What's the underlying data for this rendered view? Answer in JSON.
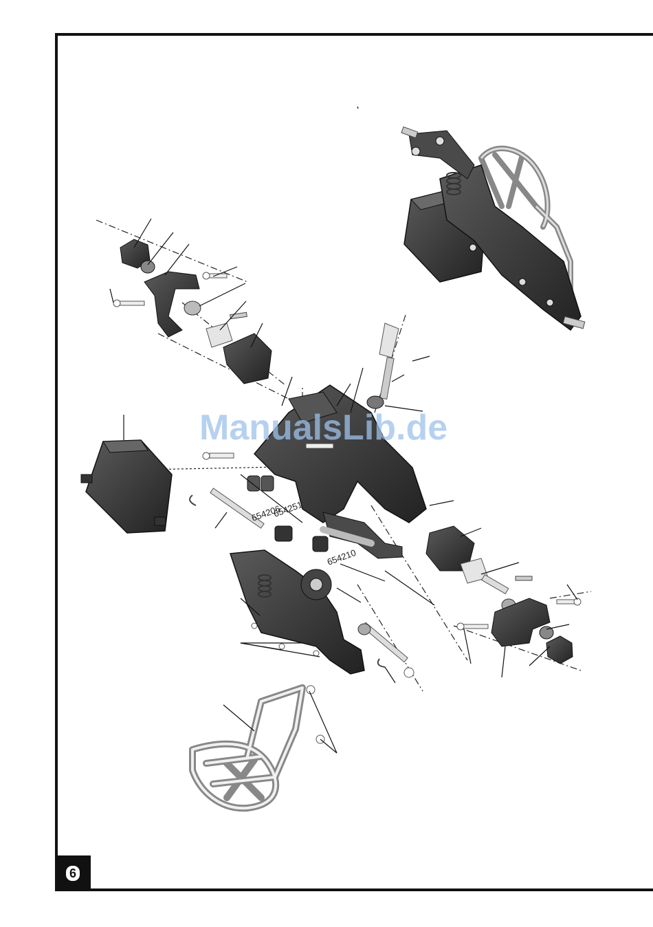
{
  "page": {
    "page_number": "6",
    "watermark": "ManualsLib.de"
  },
  "part_labels": [
    {
      "id": "p1",
      "text": "654206"
    },
    {
      "id": "p2",
      "text": "654251"
    },
    {
      "id": "p3",
      "text": "654210"
    }
  ],
  "colors": {
    "frame": "#111111",
    "part_dark": "#3a3a3a",
    "part_mid": "#6a6a6a",
    "part_light": "#d8d8d8",
    "watermark": "#9ec2ea"
  }
}
